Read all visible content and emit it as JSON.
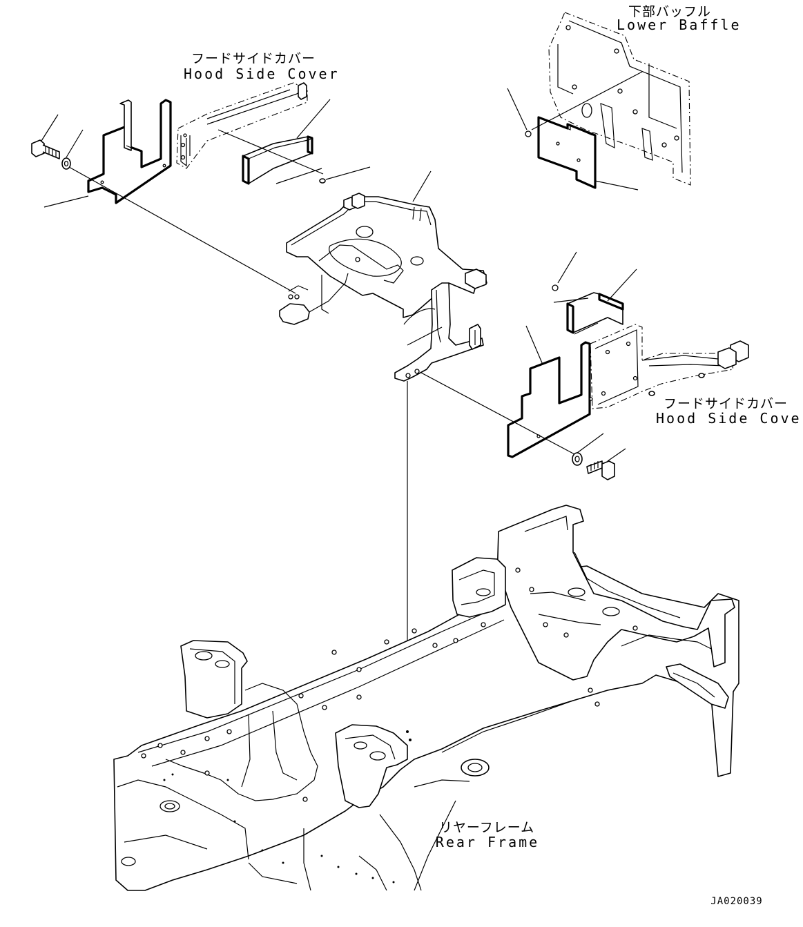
{
  "labels": {
    "lower_baffle_jp": "下部バッフル",
    "lower_baffle_en": "Lower Baffle",
    "hood_side_cover_left_jp": "フードサイドカバー",
    "hood_side_cover_left_en": "Hood Side Cover",
    "hood_side_cover_right_jp": "フードサイドカバー",
    "hood_side_cover_right_en": "Hood Side Cover",
    "rear_frame_jp": "リヤーフレーム",
    "rear_frame_en": "Rear Frame",
    "drawing_code": "JA020039"
  },
  "parts": [
    {
      "name": "lower-baffle"
    },
    {
      "name": "lower-baffle-seal"
    },
    {
      "name": "hood-side-cover-left"
    },
    {
      "name": "hood-side-cover-right"
    },
    {
      "name": "left-side-plate"
    },
    {
      "name": "right-side-plate"
    },
    {
      "name": "left-seal-block"
    },
    {
      "name": "right-seal-block"
    },
    {
      "name": "center-bracket"
    },
    {
      "name": "rear-frame"
    },
    {
      "name": "bolt-left"
    },
    {
      "name": "bolt-right"
    },
    {
      "name": "washer-left"
    },
    {
      "name": "washer-right"
    }
  ]
}
